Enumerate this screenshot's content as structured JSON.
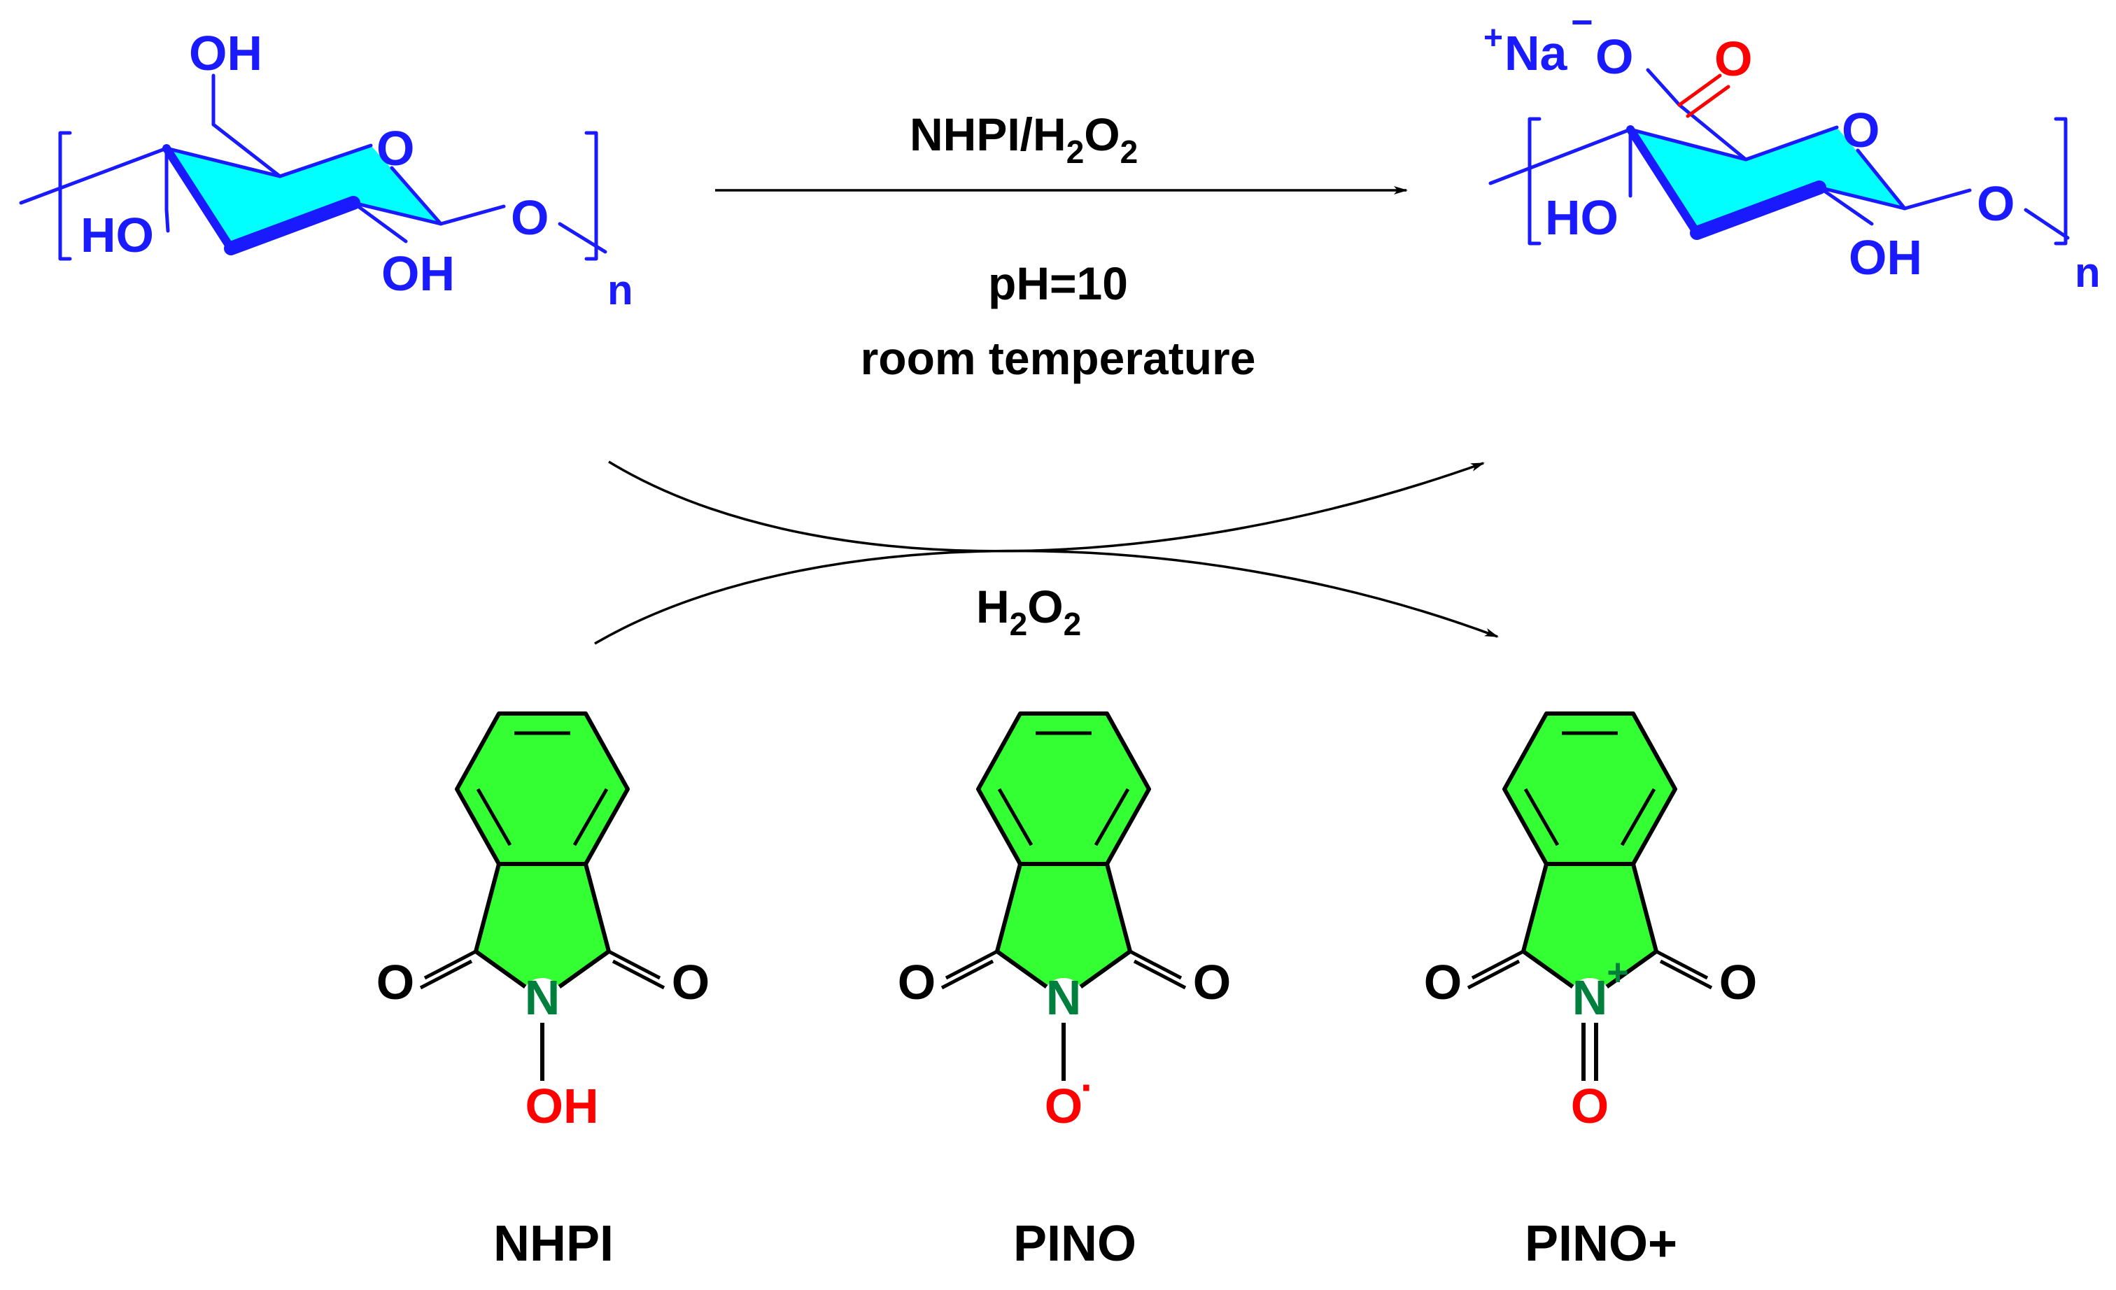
{
  "colors": {
    "cellulose": "#1a1aff",
    "ring_fill": "#00ffff",
    "imide_fill": "#33ff33",
    "nitrogen": "#00803c",
    "oxygen_red": "#ff0000",
    "black": "#000000"
  },
  "reaction": {
    "reagent_top": "NHPI/H",
    "reagent_top_sub1": "2",
    "reagent_top_mid": "O",
    "reagent_top_sub2": "2",
    "condition_ph": "pH=10",
    "condition_temp": "room temperature"
  },
  "cycle": {
    "oxidant": "H",
    "oxidant_sub1": "2",
    "oxidant_mid": "O",
    "oxidant_sub2": "2"
  },
  "reactant": {
    "label_oh_top": "OH",
    "label_ring_o": "O",
    "label_ho_left": "HO",
    "label_oh_bottom": "OH",
    "label_link_o": "O",
    "label_n": "n"
  },
  "product": {
    "label_na": "Na",
    "label_na_charge": "+",
    "label_o_minus": "O",
    "label_o_charge": "−",
    "label_carbonyl_o": "O",
    "label_ring_o": "O",
    "label_ho_left": "HO",
    "label_oh_bottom": "OH",
    "label_link_o": "O",
    "label_n": "n"
  },
  "molecules": [
    {
      "name": "NHPI",
      "n_label": "N",
      "n_charge": "",
      "sub_label": "OH",
      "sub_charge": "",
      "bond": "single",
      "o_left": "O",
      "o_right": "O"
    },
    {
      "name": "PINO",
      "n_label": "N",
      "n_charge": "",
      "sub_label": "O",
      "sub_charge": "·",
      "bond": "single",
      "o_left": "O",
      "o_right": "O"
    },
    {
      "name": "PINO+",
      "n_label": "N",
      "n_charge": "+",
      "sub_label": "O",
      "sub_charge": "",
      "bond": "double",
      "o_left": "O",
      "o_right": "O"
    }
  ]
}
